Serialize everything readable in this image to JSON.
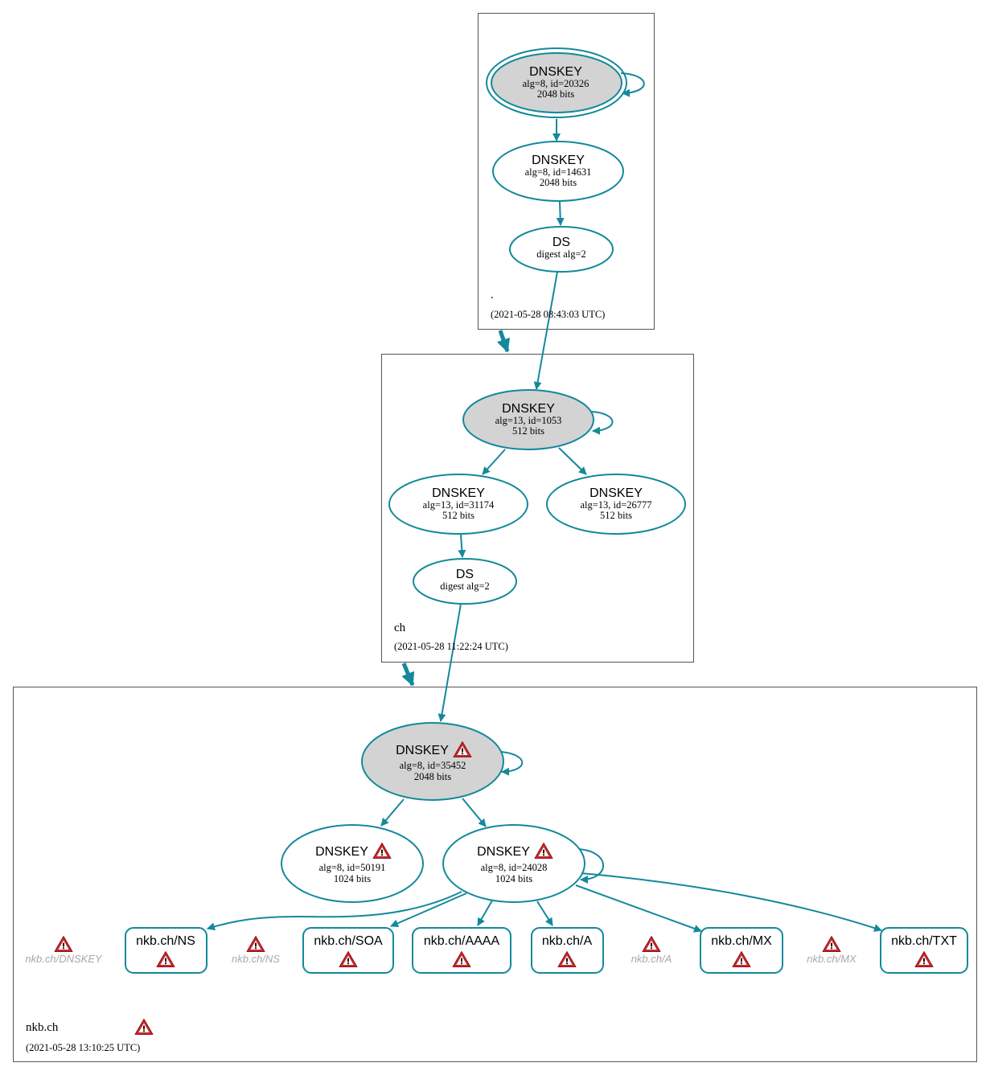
{
  "zones": {
    "root": {
      "name": ".",
      "timestamp": "(2021-05-28 08:43:03 UTC)"
    },
    "ch": {
      "name": "ch",
      "timestamp": "(2021-05-28 11:22:24 UTC)"
    },
    "nkb": {
      "name": "nkb.ch",
      "timestamp": "(2021-05-28 13:10:25 UTC)"
    }
  },
  "nodes": {
    "root_ksk": {
      "title": "DNSKEY",
      "line1": "alg=8, id=20326",
      "line2": "2048 bits"
    },
    "root_zsk": {
      "title": "DNSKEY",
      "line1": "alg=8, id=14631",
      "line2": "2048 bits"
    },
    "root_ds": {
      "title": "DS",
      "line1": "digest alg=2"
    },
    "ch_ksk": {
      "title": "DNSKEY",
      "line1": "alg=13, id=1053",
      "line2": "512 bits"
    },
    "ch_zsk1": {
      "title": "DNSKEY",
      "line1": "alg=13, id=31174",
      "line2": "512 bits"
    },
    "ch_zsk2": {
      "title": "DNSKEY",
      "line1": "alg=13, id=26777",
      "line2": "512 bits"
    },
    "ch_ds": {
      "title": "DS",
      "line1": "digest alg=2"
    },
    "nkb_ksk": {
      "title": "DNSKEY",
      "line1": "alg=8, id=35452",
      "line2": "2048 bits"
    },
    "nkb_key_a": {
      "title": "DNSKEY",
      "line1": "alg=8, id=50191",
      "line2": "1024 bits"
    },
    "nkb_key_b": {
      "title": "DNSKEY",
      "line1": "alg=8, id=24028",
      "line2": "1024 bits"
    }
  },
  "rrsets": {
    "ns": "nkb.ch/NS",
    "soa": "nkb.ch/SOA",
    "aaaa": "nkb.ch/AAAA",
    "a": "nkb.ch/A",
    "mx": "nkb.ch/MX",
    "txt": "nkb.ch/TXT"
  },
  "missing": {
    "dnskey": "nkb.ch/DNSKEY",
    "ns": "nkb.ch/NS",
    "a": "nkb.ch/A",
    "mx": "nkb.ch/MX"
  },
  "colors": {
    "edge": "#13899b",
    "trusted_fill": "#d3d3d3",
    "warning": "#c8272b",
    "missing_text": "#a8a8a8"
  },
  "icons": [
    "warning-icon"
  ]
}
